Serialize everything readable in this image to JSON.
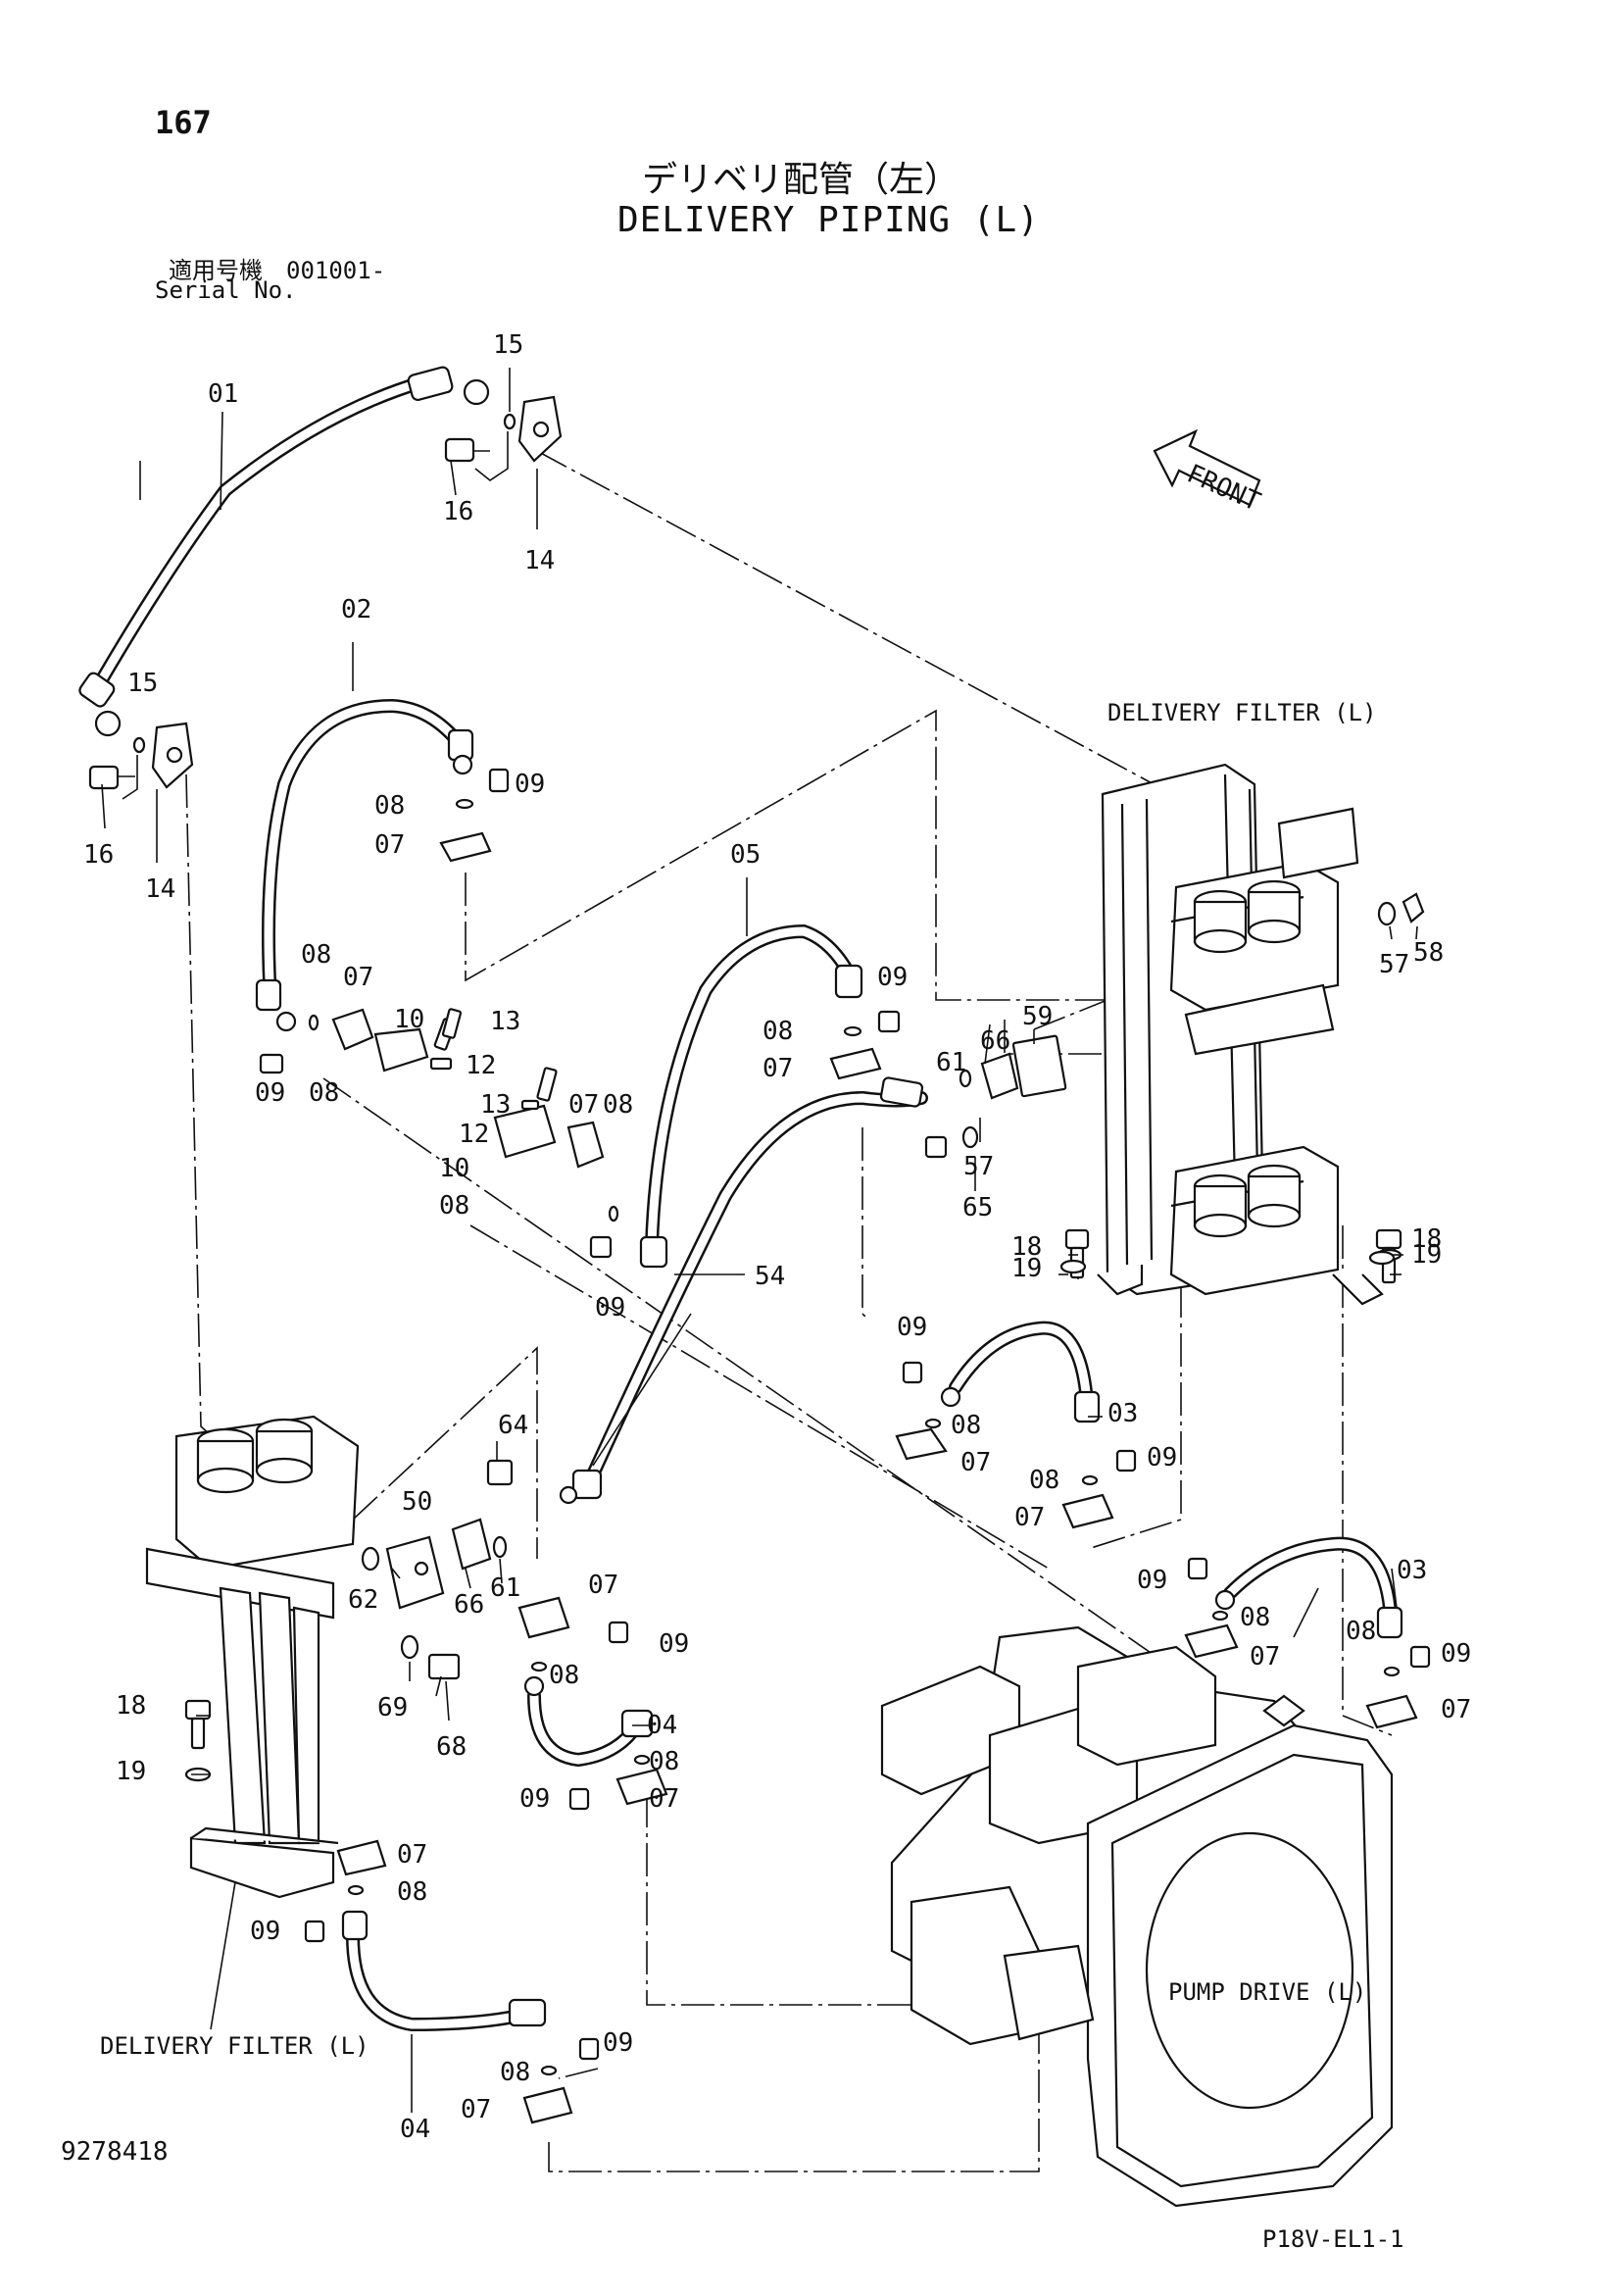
{
  "header": {
    "page_number": "167",
    "title_jp": "デリベリ配管（左）",
    "title_en": "DELIVERY PIPING (L)",
    "serial_label_jp": "適用号機　001001-",
    "serial_label_en": "Serial No."
  },
  "footer": {
    "doc_number": "9278418",
    "page_code": "P18V-EL1-1"
  },
  "callouts": {
    "delivery_filter_upper": "DELIVERY FILTER (L)",
    "delivery_filter_lower": "DELIVERY FILTER (L)",
    "pump_drive": "PUMP  DRIVE (L)",
    "front_arrow": "FRONT"
  },
  "part_labels": {
    "p01": "01",
    "p02": "02",
    "p03a": "03",
    "p03b": "03",
    "p04a": "04",
    "p04b": "04",
    "p05": "05",
    "p07a": "07",
    "p07b": "07",
    "p07c": "07",
    "p07d": "07",
    "p07e": "07",
    "p07f": "07",
    "p07g": "07",
    "p07h": "07",
    "p07i": "07",
    "p07j": "07",
    "p07k": "07",
    "p08a": "08",
    "p08b": "08",
    "p08c": "08",
    "p08d": "08",
    "p08e": "08",
    "p08f": "08",
    "p08g": "08",
    "p08h": "08",
    "p08i": "08",
    "p08j": "08",
    "p08k": "08",
    "p08l": "08",
    "p08m": "08",
    "p08n": "08",
    "p09a": "09",
    "p09b": "09",
    "p09c": "09",
    "p09d": "09",
    "p09e": "09",
    "p09f": "09",
    "p09g": "09",
    "p09h": "09",
    "p09i": "09",
    "p09j": "09",
    "p09k": "09",
    "p09l": "09",
    "p10a": "10",
    "p10b": "10",
    "p12a": "12",
    "p12b": "12",
    "p13a": "13",
    "p13b": "13",
    "p14a": "14",
    "p14b": "14",
    "p15a": "15",
    "p15b": "15",
    "p16a": "16",
    "p16b": "16",
    "p18a": "18",
    "p18b": "18",
    "p18c": "18",
    "p19a": "19",
    "p19b": "19",
    "p19c": "19",
    "p50": "50",
    "p54": "54",
    "p57a": "57",
    "p57b": "57",
    "p58": "58",
    "p59": "59",
    "p61a": "61",
    "p61b": "61",
    "p62": "62",
    "p64": "64",
    "p65": "65",
    "p66a": "66",
    "p66b": "66",
    "p68": "68",
    "p69": "69"
  }
}
